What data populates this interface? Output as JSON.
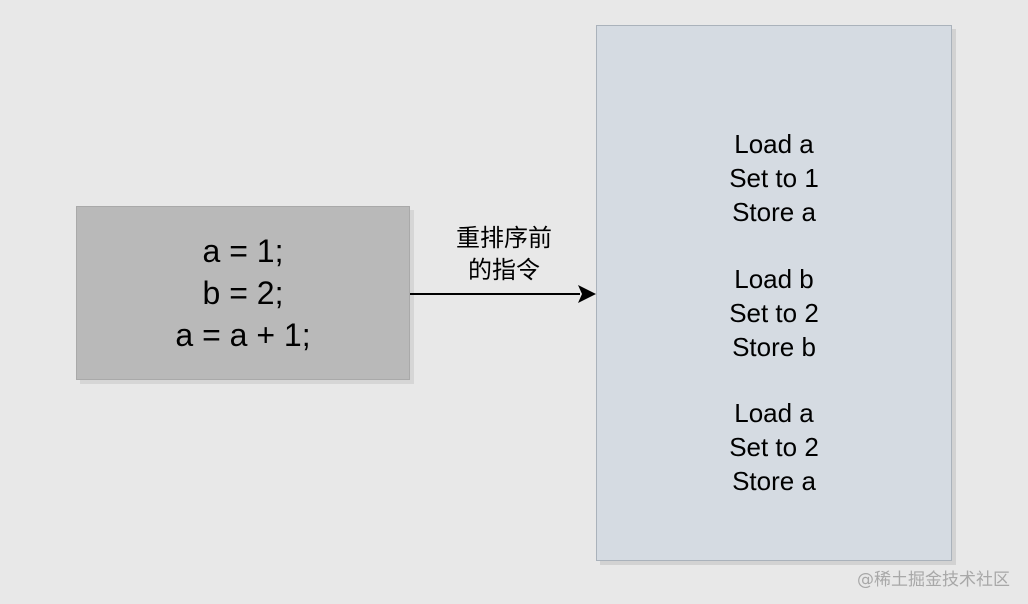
{
  "source": {
    "lines": [
      "a = 1;",
      "b = 2;",
      "a = a + 1;"
    ]
  },
  "arrow": {
    "label_lines": [
      "重排序前",
      "的指令"
    ]
  },
  "instructions": {
    "groups": [
      [
        "Load a",
        "Set to 1",
        "Store a"
      ],
      [
        "Load b",
        "Set to 2",
        "Store b"
      ],
      [
        "Load a",
        "Set to 2",
        "Store a"
      ]
    ]
  },
  "watermark": "@稀土掘金技术社区",
  "colors": {
    "background": "#e8e8e8",
    "source_box": "#b9b9b9",
    "target_box": "#d5dbe2",
    "arrow": "#000000",
    "watermark": "#a8a8a8"
  }
}
